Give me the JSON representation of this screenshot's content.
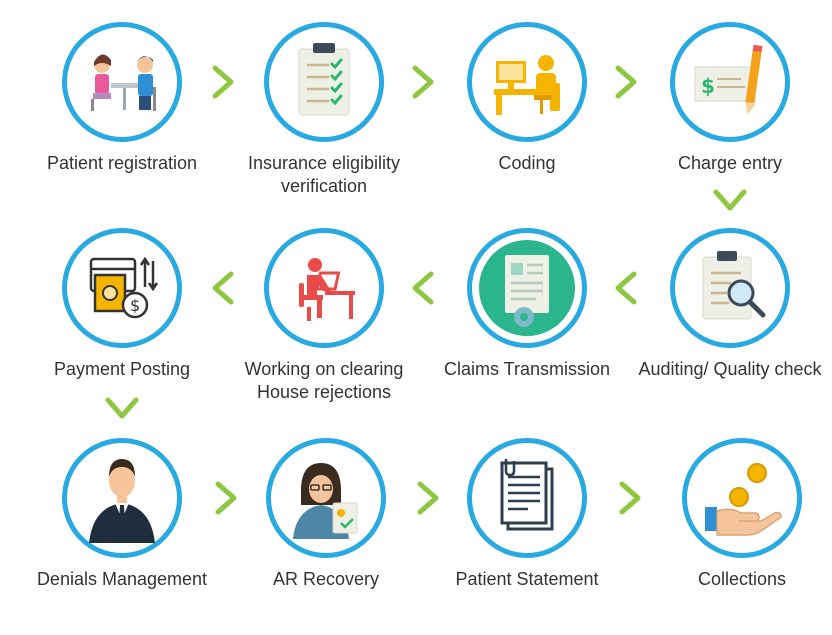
{
  "colors": {
    "ring": "#29a9e1",
    "arrow": "#8dc63f",
    "text": "#333333"
  },
  "steps": [
    {
      "label": "Patient registration",
      "icon": "registration-desk-icon"
    },
    {
      "label": "Insurance eligibility verification",
      "icon": "checklist-clipboard-icon"
    },
    {
      "label": "Coding",
      "icon": "computer-workstation-icon"
    },
    {
      "label": "Charge entry",
      "icon": "check-pencil-icon"
    },
    {
      "label": "Auditing/ Quality check",
      "icon": "clipboard-magnifier-icon"
    },
    {
      "label": "Claims Transmission",
      "icon": "document-gear-icon"
    },
    {
      "label": "Working on clearing House rejections",
      "icon": "person-at-desk-icon"
    },
    {
      "label": "Payment Posting",
      "icon": "payment-card-coin-icon"
    },
    {
      "label": "Denials Management",
      "icon": "businessman-icon"
    },
    {
      "label": "AR Recovery",
      "icon": "woman-document-icon"
    },
    {
      "label": "Patient Statement",
      "icon": "statement-document-icon"
    },
    {
      "label": "Collections",
      "icon": "hand-coins-icon"
    }
  ]
}
